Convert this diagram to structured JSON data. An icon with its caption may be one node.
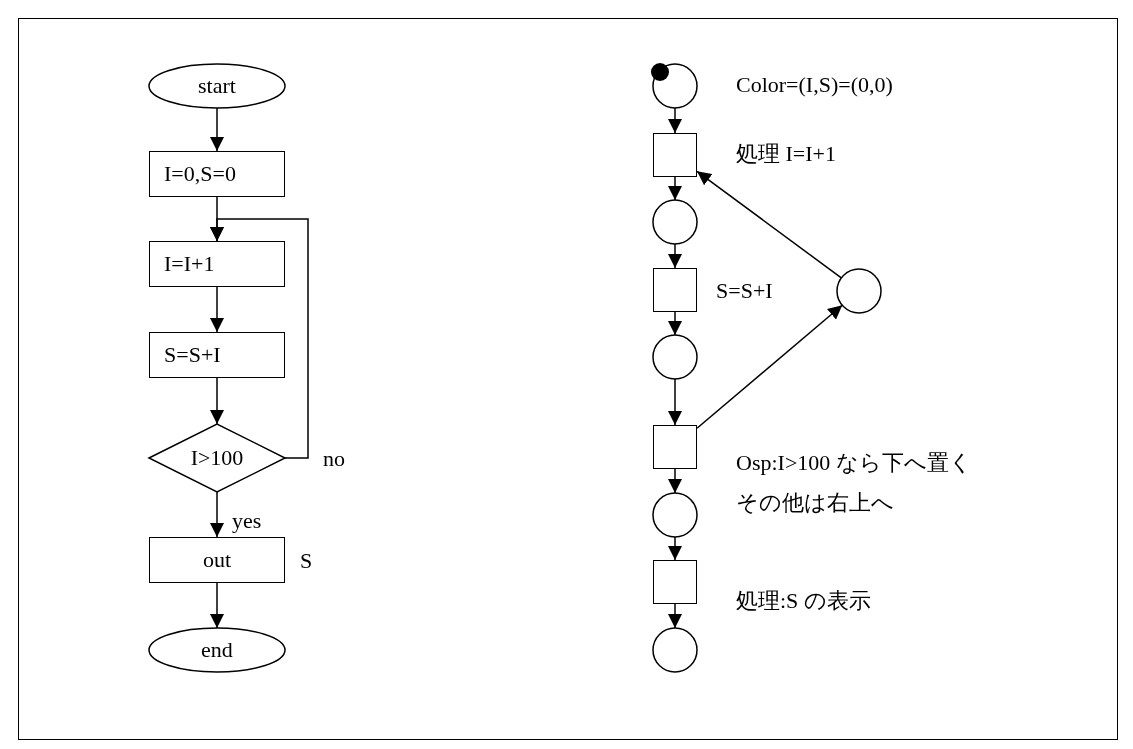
{
  "diagram": {
    "nodes": [
      {
        "text": [
          "start"
        ]
      },
      {
        "text": [
          "I=0,S=0"
        ]
      },
      {
        "text": [
          "I=I+1"
        ]
      },
      {
        "text": [
          "S=S+I"
        ]
      },
      {
        "text": [
          "I>100"
        ]
      },
      {
        "text": [
          "out"
        ],
        "beside": [
          "S"
        ]
      },
      {
        "text": [
          "end"
        ]
      },
      {
        "text": [],
        "shape": "circle",
        "beside": [
          "Color=(I,S)=(0,0)"
        ]
      },
      {
        "text": [],
        "shape": "box",
        "beside": [
          "処理 I=I+1"
        ]
      },
      {
        "text": [],
        "shape": "circle"
      },
      {
        "text": [],
        "shape": "box",
        "beside": [
          "S=S+I"
        ]
      },
      {
        "text": [],
        "shape": "circle"
      },
      {
        "text": [],
        "shape": "box",
        "beside": [
          "Osp:I>100 なら下へ置く",
          "その他は右上へ"
        ]
      },
      {
        "text": [],
        "shape": "circle"
      },
      {
        "text": [],
        "shape": "box",
        "beside": [
          "処理:S の表示"
        ]
      },
      {
        "text": [],
        "shape": "circle"
      },
      {
        "text": [],
        "shape": "circle"
      }
    ],
    "edges": [
      {
        "from": 0,
        "to": 1,
        "arrow": "to"
      },
      {
        "from": 1,
        "to": 2,
        "arrow": "to"
      },
      {
        "from": 2,
        "to": 3,
        "arrow": "to"
      },
      {
        "from": 3,
        "to": 4,
        "arrow": "to"
      },
      {
        "from": 4,
        "to": 2,
        "arrow": "to",
        "label": "no"
      },
      {
        "from": 4,
        "to": 5,
        "arrow": "to",
        "label": "yes"
      },
      {
        "from": 5,
        "to": 6,
        "arrow": "to"
      },
      {
        "from": 7,
        "to": 8,
        "arrow": "to"
      },
      {
        "from": 8,
        "to": 9,
        "arrow": "to"
      },
      {
        "from": 9,
        "to": 10,
        "arrow": "to"
      },
      {
        "from": 10,
        "to": 11,
        "arrow": "to"
      },
      {
        "from": 11,
        "to": 12,
        "arrow": "to"
      },
      {
        "from": 12,
        "to": 13,
        "arrow": "to"
      },
      {
        "from": 13,
        "to": 14,
        "arrow": "to"
      },
      {
        "from": 14,
        "to": 15,
        "arrow": "to"
      },
      {
        "from": 12,
        "to": 16,
        "arrow": "to"
      },
      {
        "from": 16,
        "to": 8,
        "arrow": "to"
      }
    ]
  }
}
